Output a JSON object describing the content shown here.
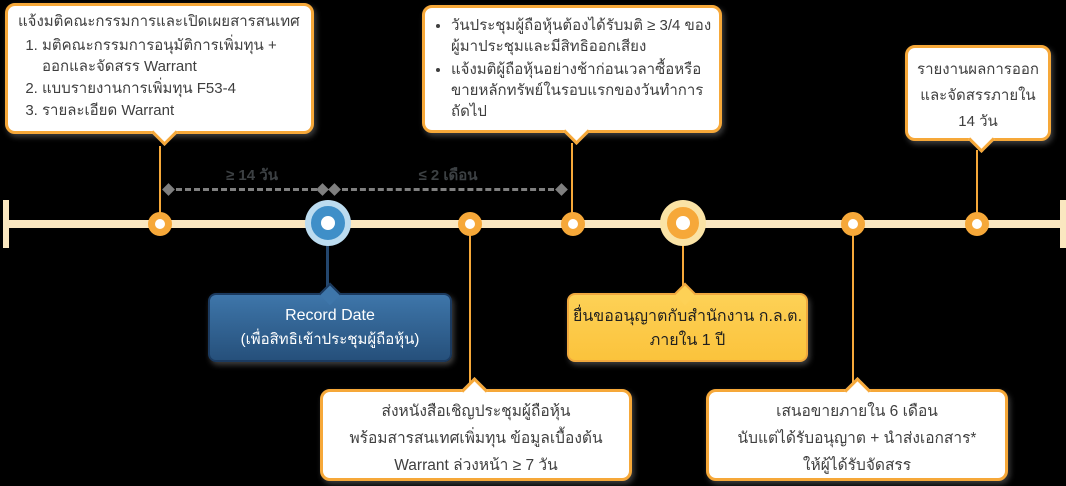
{
  "colors": {
    "bg": "#000000",
    "orange": "#F6A839",
    "cream": "#FAE7C0",
    "blue": "#3F8FC8",
    "blue_halo": "#BCDCF0",
    "navy": "#24476E",
    "record_top": "#3E76AA",
    "record_bottom": "#26507B",
    "record_border": "#1B3A5F",
    "yellow_top": "#FDD156",
    "yellow_bottom": "#FBC33C",
    "yellow_border": "#F0A83E",
    "yellow_halo": "#FAE3A5",
    "dash": "#7F7F7F",
    "text": "#3F3F3F",
    "label": "#3C4043",
    "dark_text": "#1F1F1F"
  },
  "timeline": {
    "span_labels": [
      "≥ 14 วัน",
      "≤ 2 เดือน"
    ]
  },
  "callouts": {
    "board": {
      "title": "แจ้งมติคณะกรรมการและเปิดเผยสารสนเทศ",
      "items": [
        "มติคณะกรรมการอนุมัติการเพิ่มทุน + ออกและจัดสรร Warrant",
        "แบบรายงานการเพิ่มทุน F53-4",
        "รายละเอียด Warrant"
      ]
    },
    "meeting": {
      "items": [
        "วันประชุมผู้ถือหุ้นต้องได้รับมติ ≥ 3/4 ของผู้มาประชุมและมีสิทธิออกเสียง",
        "แจ้งมติผู้ถือหุ้นอย่างช้าก่อนเวลาซื้อหรือขายหลักทรัพย์ในรอบแรกของวันทำการถัดไป"
      ]
    },
    "report": {
      "lines": [
        "รายงานผลการออก",
        "และจัดสรรภายใน",
        "14 วัน"
      ]
    },
    "record_date": {
      "lines": [
        "Record Date",
        "(เพื่อสิทธิเข้าประชุมผู้ถือหุ้น)"
      ]
    },
    "sec_filing": {
      "lines": [
        "ยื่นขออนุญาตกับสำนักงาน ก.ล.ต.",
        "ภายใน 1 ปี"
      ]
    },
    "invitation": {
      "lines": [
        "ส่งหนังสือเชิญประชุมผู้ถือหุ้น",
        "พร้อมสารสนเทศเพิ่มทุน ข้อมูลเบื้องต้น",
        "Warrant ล่วงหน้า ≥ 7 วัน"
      ]
    },
    "offering": {
      "lines": [
        "เสนอขายภายใน 6 เดือน",
        "นับแต่ได้รับอนุญาต + นำส่งเอกสาร*",
        "ให้ผู้ได้รับจัดสรร"
      ]
    }
  }
}
